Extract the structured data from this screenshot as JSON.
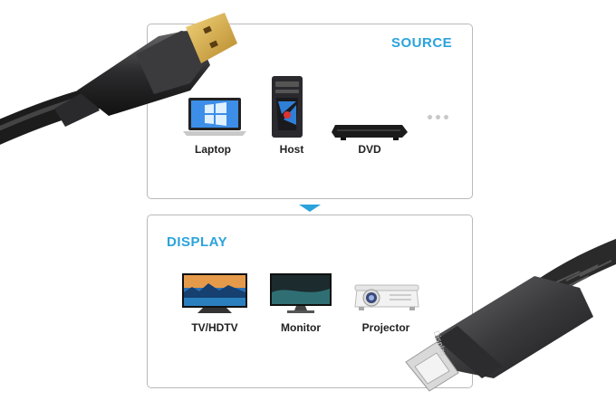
{
  "source": {
    "title": "SOURCE",
    "devices": [
      {
        "label": "Laptop",
        "icon": "laptop-icon"
      },
      {
        "label": "Host",
        "icon": "desktop-tower-icon"
      },
      {
        "label": "DVD",
        "icon": "dvd-player-icon"
      }
    ],
    "more_icon": "ellipsis-icon"
  },
  "display": {
    "title": "DISPLAY",
    "devices": [
      {
        "label": "TV/HDTV",
        "icon": "tv-icon"
      },
      {
        "label": "Monitor",
        "icon": "monitor-icon"
      },
      {
        "label": "Projector",
        "icon": "projector-icon"
      }
    ]
  },
  "cable_brand": "Display",
  "colors": {
    "accent": "#2aa3dc",
    "border": "#b9b9b9",
    "cable": "#3a3a3c"
  }
}
